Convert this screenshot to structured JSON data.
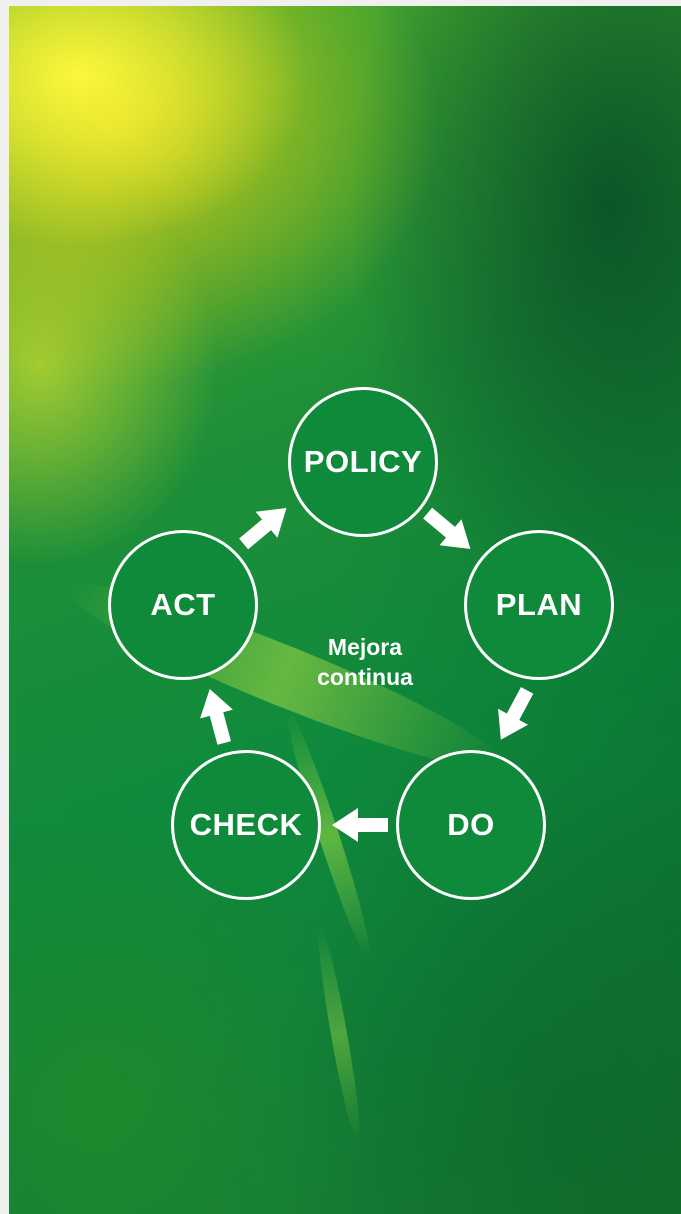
{
  "cycle": {
    "center_label_line1": "Mejora",
    "center_label_line2": "continua",
    "nodes": [
      {
        "label": "POLICY"
      },
      {
        "label": "PLAN"
      },
      {
        "label": "DO"
      },
      {
        "label": "CHECK"
      },
      {
        "label": "ACT"
      }
    ],
    "arrow_color": "#ffffff",
    "node_fill": "#0f8a3a",
    "node_border": "#ffffff"
  }
}
